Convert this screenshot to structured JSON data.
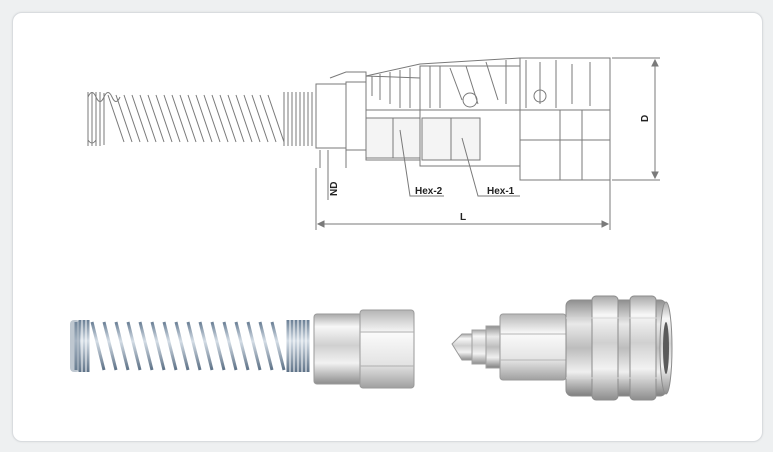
{
  "drawing": {
    "labels": {
      "hex2": "Hex-2",
      "hex1": "Hex-1",
      "length": "L",
      "diameter": "D",
      "hose_diameter": "ND"
    }
  },
  "colors": {
    "frame_border": "#d9dcdf",
    "line_drawing": "#7a7a7a",
    "metal_light": "#e9e9e9",
    "metal_dark": "#9a9a9a"
  }
}
